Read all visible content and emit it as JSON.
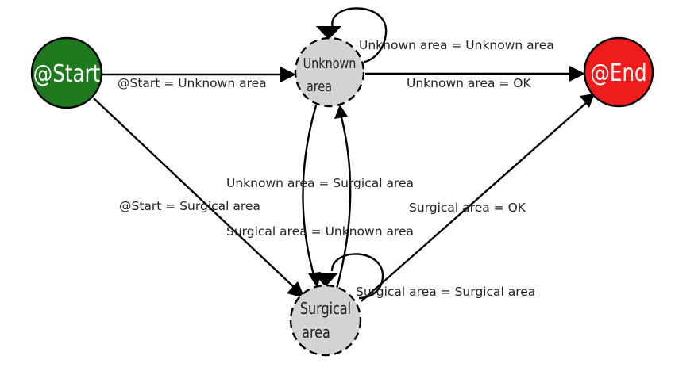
{
  "nodes": {
    "start": {
      "label": "@Start",
      "fill": "#1f7a1f"
    },
    "end": {
      "label": "@End",
      "fill": "#ee1c1c"
    },
    "unknown": {
      "line1": "Unknown",
      "line2": "area",
      "fill": "#d3d3d3"
    },
    "surgical": {
      "line1": "Surgical",
      "line2": "area",
      "fill": "#d3d3d3"
    }
  },
  "edges": {
    "start_to_unknown": "@Start = Unknown area",
    "start_to_surgical": "@Start = Surgical area",
    "unknown_self": "Unknown area = Unknown area",
    "unknown_to_end": "Unknown area = OK",
    "unknown_to_surgical": "Unknown area = Surgical area",
    "surgical_to_unknown": "Surgical area = Unknown area",
    "surgical_to_end": "Surgical area = OK",
    "surgical_self": "Surgical area = Surgical area"
  }
}
